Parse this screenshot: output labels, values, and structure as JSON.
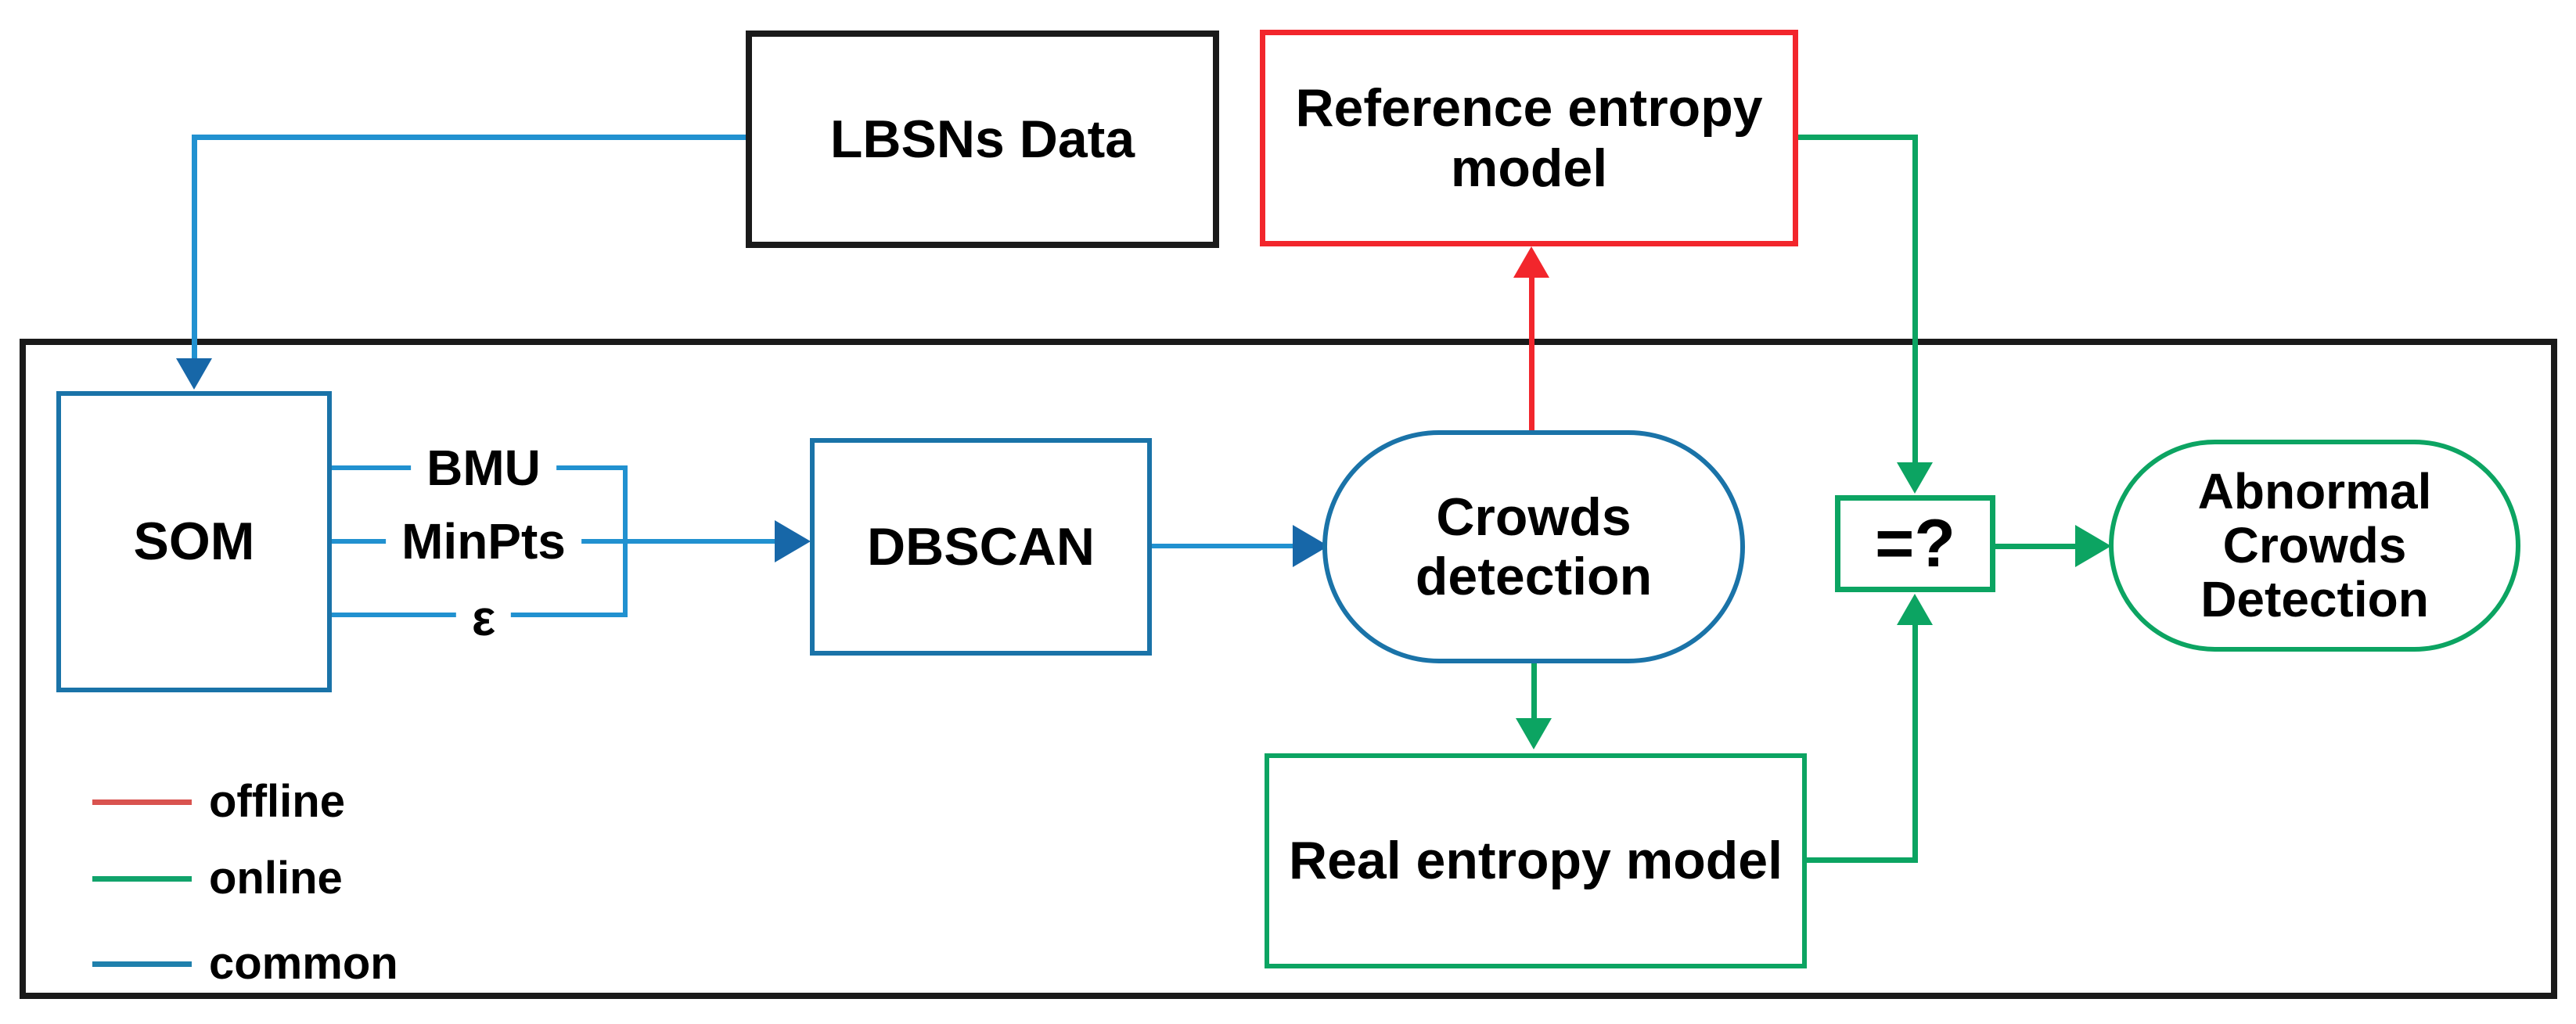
{
  "diagram": {
    "type": "flowchart",
    "nodes": {
      "lbsns": {
        "label": "LBSNs Data"
      },
      "reference": {
        "label": "Reference entropy model",
        "lines": [
          "Reference entropy",
          "model"
        ]
      },
      "som": {
        "label": "SOM"
      },
      "dbscan": {
        "label": "DBSCAN"
      },
      "crowds": {
        "label": "Crowds detection",
        "lines": [
          "Crowds",
          "detection"
        ]
      },
      "equals": {
        "label": "=?"
      },
      "abnormal": {
        "label": "Abnormal Crowds Detection",
        "lines": [
          "Abnormal",
          "Crowds",
          "Detection"
        ]
      },
      "real": {
        "label": "Real entropy model"
      }
    },
    "edge_labels": {
      "bmu": "BMU",
      "minpts": "MinPts",
      "epsilon": "ε"
    },
    "edges": [
      {
        "from": "lbsns",
        "to": "som",
        "type": "common"
      },
      {
        "from": "som",
        "to": "dbscan",
        "type": "common",
        "labels": [
          "BMU",
          "MinPts",
          "ε"
        ]
      },
      {
        "from": "dbscan",
        "to": "crowds",
        "type": "common"
      },
      {
        "from": "crowds",
        "to": "reference",
        "type": "offline"
      },
      {
        "from": "reference",
        "to": "equals",
        "type": "online"
      },
      {
        "from": "crowds",
        "to": "real",
        "type": "online"
      },
      {
        "from": "real",
        "to": "equals",
        "type": "online"
      },
      {
        "from": "equals",
        "to": "abnormal",
        "type": "online"
      }
    ],
    "legend": {
      "items": [
        {
          "label": "offline",
          "color": "#d9534f"
        },
        {
          "label": "online",
          "color": "#10a36b"
        },
        {
          "label": "common",
          "color": "#1f80ac"
        }
      ]
    },
    "colors": {
      "offline_flow": "#f2262c",
      "online_flow": "#0ca462",
      "common_flow": "#2191d0",
      "frame": "#1a1a1a"
    }
  }
}
